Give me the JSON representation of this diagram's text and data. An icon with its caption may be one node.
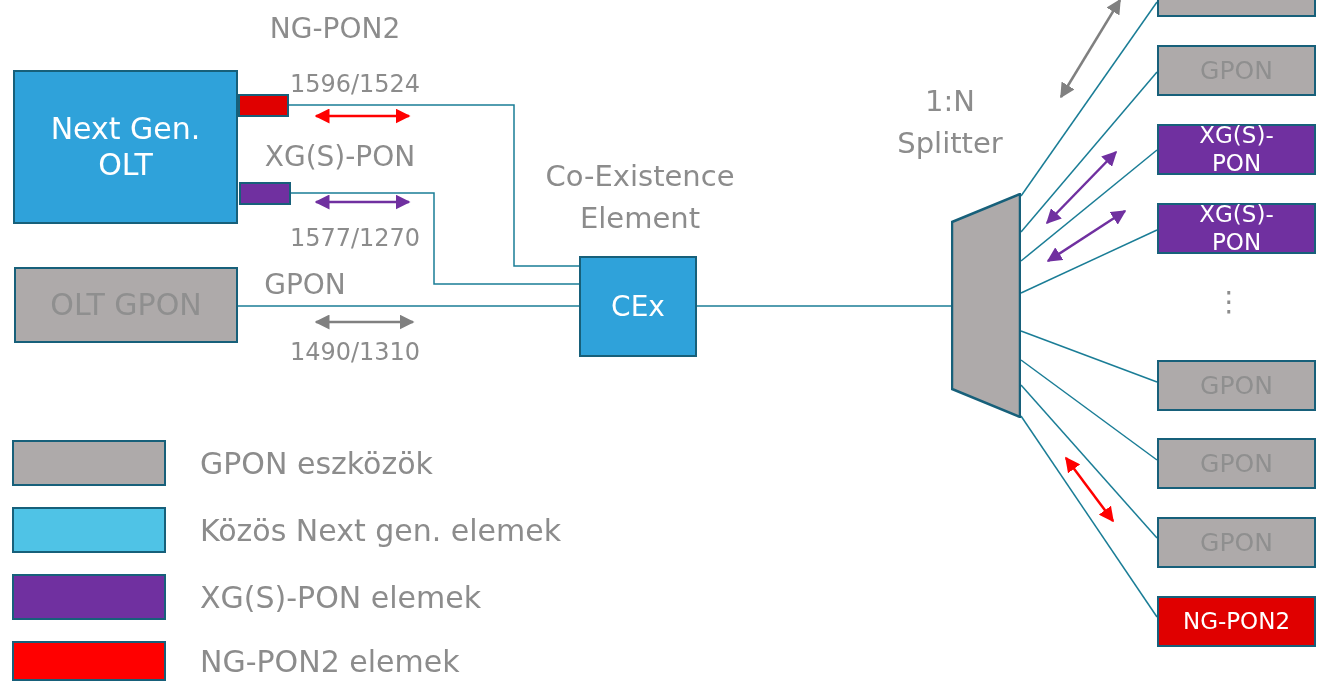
{
  "diagram": {
    "nodes": [
      {
        "text": [
          "Next Gen. OLT"
        ]
      },
      {
        "text": [],
        "shape": "box"
      },
      {
        "text": [],
        "shape": "box"
      },
      {
        "text": [
          "OLT GPON"
        ]
      },
      {
        "text": [
          "CEx"
        ],
        "beside": [
          "Co-Existence Element"
        ]
      },
      {
        "text": [],
        "shape": "trapezoid",
        "beside": [
          "1:N Splitter"
        ]
      },
      {
        "text": [],
        "shape": "box"
      },
      {
        "text": [
          "GPON"
        ]
      },
      {
        "text": [
          "XG(S)-PON"
        ]
      },
      {
        "text": [
          "XG(S)-PON"
        ]
      },
      {
        "text": [
          "GPON"
        ]
      },
      {
        "text": [
          "GPON"
        ]
      },
      {
        "text": [
          "GPON"
        ]
      },
      {
        "text": [
          "NG-PON2"
        ]
      }
    ],
    "edges": [
      {
        "from": 1,
        "to": 4,
        "arrow": "none"
      },
      {
        "from": 2,
        "to": 4,
        "arrow": "none"
      },
      {
        "from": 3,
        "to": 4,
        "arrow": "none"
      },
      {
        "from": 4,
        "to": 5,
        "arrow": "none"
      },
      {
        "from": 5,
        "to": 6,
        "arrow": "none"
      },
      {
        "from": 5,
        "to": 7,
        "arrow": "none"
      },
      {
        "from": 5,
        "to": 8,
        "arrow": "none"
      },
      {
        "from": 5,
        "to": 9,
        "arrow": "none"
      },
      {
        "from": 5,
        "to": 10,
        "arrow": "none"
      },
      {
        "from": 5,
        "to": 11,
        "arrow": "none"
      },
      {
        "from": 5,
        "to": 12,
        "arrow": "none"
      },
      {
        "from": 5,
        "to": 13,
        "arrow": "none"
      }
    ],
    "labels": [
      "NG-PON2",
      "1596/1524",
      "XG(S)-PON",
      "1577/1270",
      "GPON",
      "1490/1310",
      "⋮"
    ],
    "legend": [
      {
        "text": "GPON eszközök",
        "color": "#aeaaaa"
      },
      {
        "text": "Közös Next gen. elemek",
        "color": "#4fc3e6"
      },
      {
        "text": "XG(S)-PON elemek",
        "color": "#7030a0"
      },
      {
        "text": "NG-PON2 elemek",
        "color": "#ff0000"
      }
    ]
  }
}
